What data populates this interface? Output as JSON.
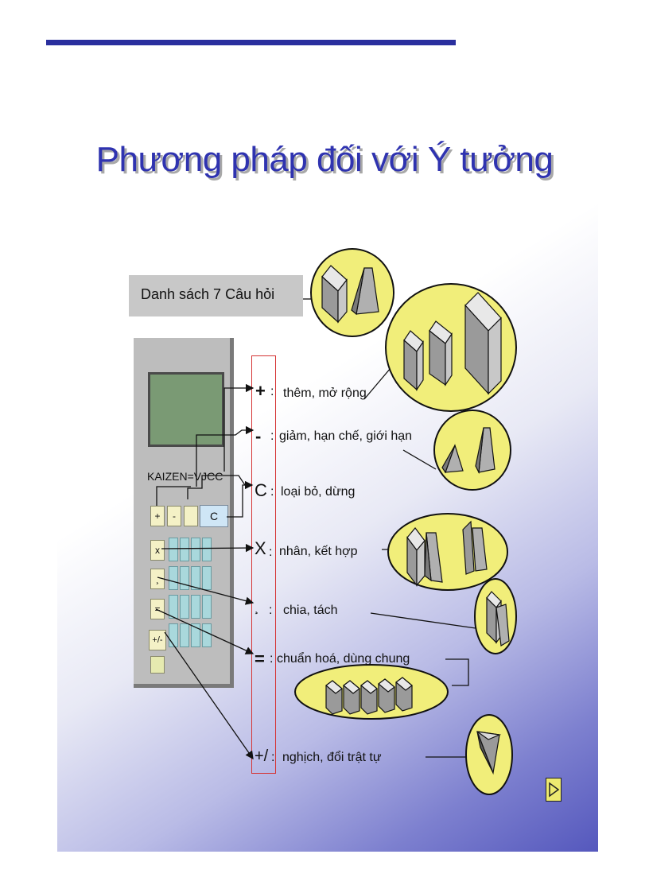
{
  "title": "Phương pháp đối với Ý tưởng",
  "question_box": "Danh sách 7 Câu hỏi",
  "calculator": {
    "brand": "KAIZEN=VJCC",
    "keys": {
      "plus": "+",
      "minus": "-",
      "clear": "C",
      "times": "x",
      "divide": "¸",
      "equals": "=",
      "plusminus": "+/-"
    }
  },
  "items": [
    {
      "symbol": "+",
      "sep": ":",
      "text": "thêm, mở rộng"
    },
    {
      "symbol": "-",
      "sep": ":",
      "text": "giảm, hạn chế, giới hạn"
    },
    {
      "symbol": "C",
      "sep": ":",
      "text": "loại bỏ, dừng"
    },
    {
      "symbol": "X",
      "sep": ":",
      "text": "nhân, kết hợp"
    },
    {
      "symbol": "¸",
      "sep": ":",
      "text": "chia, tách"
    },
    {
      "symbol": "=",
      "sep": ":",
      "text": "chuẩn hoá, dùng chung"
    },
    {
      "symbol": "+/",
      "sep": ":",
      "text": "nghịch, đổi trật tự"
    }
  ],
  "colors": {
    "title": "#2f33b0",
    "topbar": "#2a2f9e",
    "ellipse": "#f1ee7a",
    "redbox": "#d53434"
  },
  "nav_icon": "play-triangle-icon"
}
